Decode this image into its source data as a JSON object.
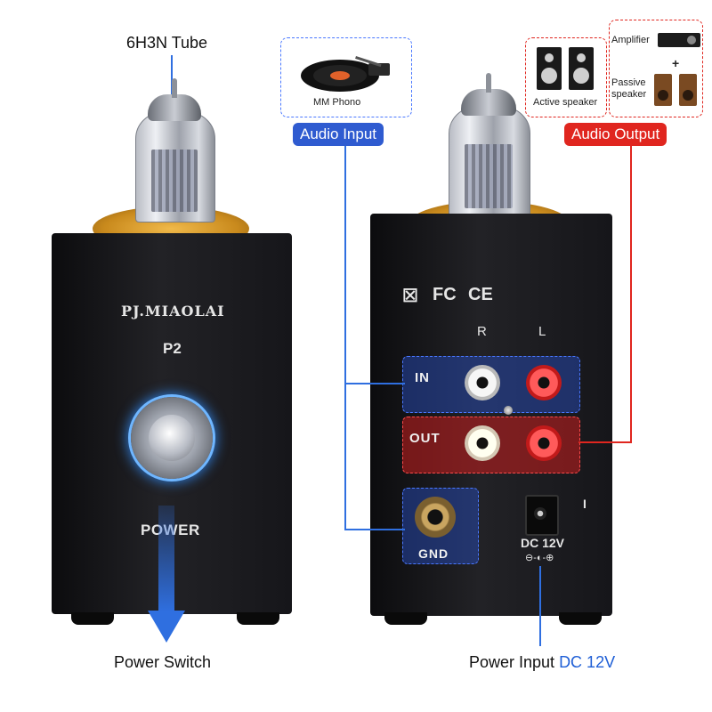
{
  "callouts": {
    "tube": "6H3N Tube",
    "power_switch": "Power Switch",
    "power_input_prefix": "Power Input ",
    "power_input_dc": "DC 12V"
  },
  "front_panel": {
    "brand": "PJ.MIAOLAI",
    "model": "P2",
    "power_label": "POWER"
  },
  "back_panel": {
    "certs": [
      "☒",
      "FC",
      "CE"
    ],
    "channel_right": "R",
    "channel_left": "L",
    "in_label": "IN",
    "out_label": "OUT",
    "gnd_label": "GND",
    "dc_label": "DC 12V",
    "dc_polarity": "⊖-◐-⊕",
    "toggle_mark": "I"
  },
  "input_source": {
    "device_caption": "MM Phono",
    "pill_label": "Audio Input"
  },
  "output_targets": {
    "pill_label": "Audio Output",
    "active_caption": "Active speaker",
    "amplifier_caption": "Amplifier",
    "plus": "+",
    "passive_caption": "Passive speaker"
  },
  "colors": {
    "input_accent": "#2f5bd0",
    "output_accent": "#e0261f",
    "tube_base": "#c98a1d",
    "knob_glow": "#2f7bd6"
  }
}
